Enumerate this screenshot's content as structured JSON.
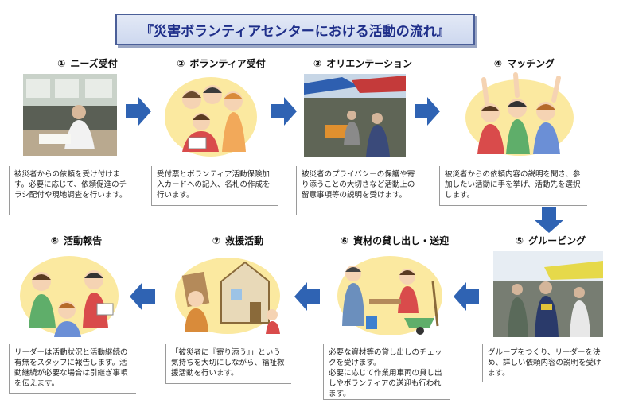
{
  "title": "『災害ボランティアセンターにおける活動の流れ』",
  "steps": [
    {
      "num": "①",
      "name": "ニーズ受付",
      "desc": "被災者からの依頼を受け付けます。必要に応じて、依頼促進のチラシ配付や現地調査を行います。"
    },
    {
      "num": "②",
      "name": "ボランティア受付",
      "desc": "受付票とボランティア活動保険加入カードへの記入、名札の作成を行います。"
    },
    {
      "num": "③",
      "name": "オリエンテーション",
      "desc": "被災者のプライバシーの保護や寄り添うことの大切さなど活動上の留意事項等の説明を受けます。"
    },
    {
      "num": "④",
      "name": "マッチング",
      "desc": "被災者からの依頼内容の説明を聞き、参加したい活動に手を挙げ、活動先を選択します。"
    },
    {
      "num": "⑤",
      "name": "グルーピング",
      "desc": "グループをつくり、リーダーを決め、詳しい依頼内容の説明を受けます。"
    },
    {
      "num": "⑥",
      "name": "資材の貸し出し・送迎",
      "desc": "必要な資材等の貸し出しのチェックを受けます。\n必要に応じて作業用車両の貸し出しやボランティアの送迎も行われます。"
    },
    {
      "num": "⑦",
      "name": "救援活動",
      "desc": "「被災者に『寄り添う』」という気持ちを大切にしながら、福祉救援活動を行います。"
    },
    {
      "num": "⑧",
      "name": "活動報告",
      "desc": "リーダーは活動状況と活動継続の有無をスタッフに報告します。活動継続が必要な場合は引継ぎ事項を伝えます。"
    }
  ],
  "colors": {
    "arrow": "#2f63b3",
    "title_border": "#4b5f99",
    "title_text": "#1f2f8a",
    "halo": "#fbe9a0"
  }
}
